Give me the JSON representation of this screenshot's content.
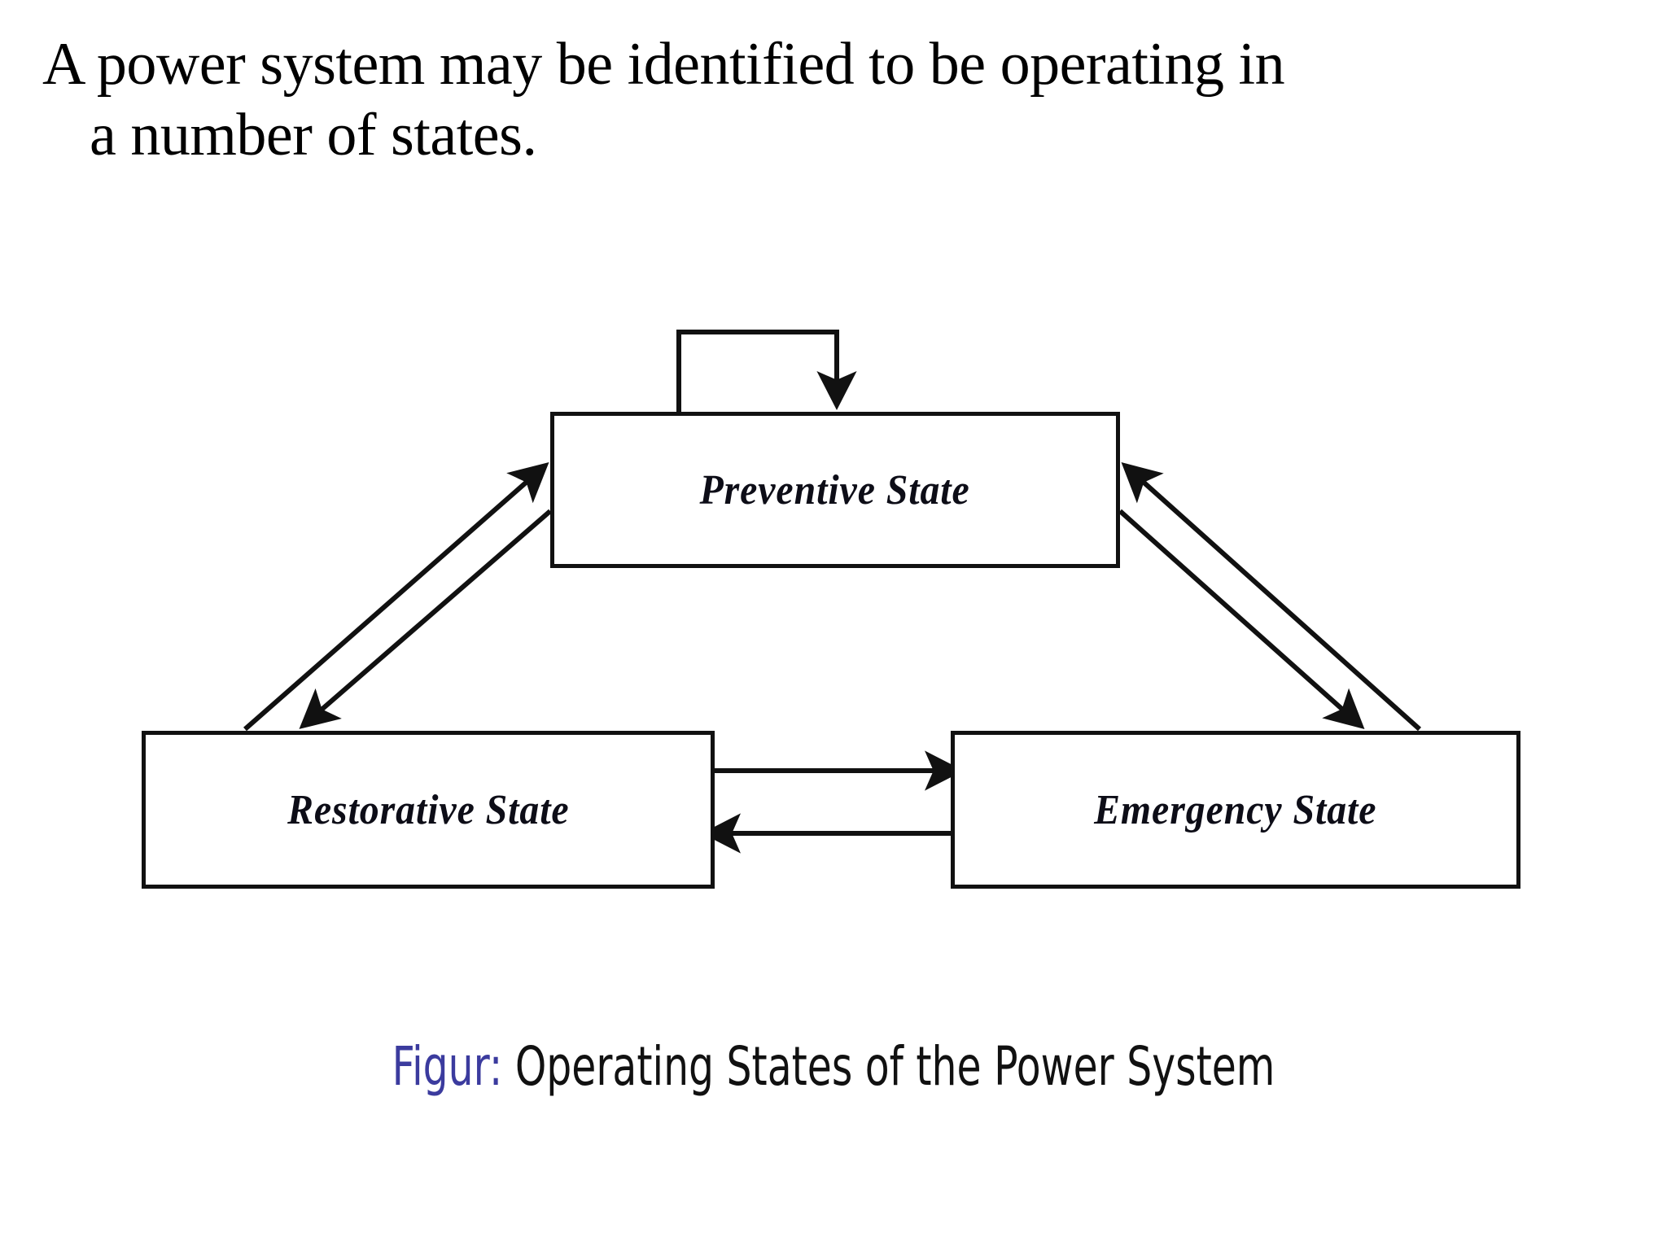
{
  "slide": {
    "background_color": "#ffffff",
    "heading": {
      "line1": "A power system may be identified to be operating in",
      "line2": "a number of states."
    }
  },
  "diagram": {
    "type": "state-transition-diagram",
    "line_color": "#111111",
    "nodes": [
      {
        "id": "preventive",
        "label": "Preventive State"
      },
      {
        "id": "restorative",
        "label": "Restorative State"
      },
      {
        "id": "emergency",
        "label": "Emergency State"
      }
    ],
    "edges": [
      {
        "id": "preventive-self-loop",
        "from": "preventive",
        "to": "preventive",
        "style": "self-loop-top"
      },
      {
        "id": "restorative-to-preventive",
        "from": "restorative",
        "to": "preventive",
        "style": "diagonal-up-right"
      },
      {
        "id": "preventive-to-restorative",
        "from": "preventive",
        "to": "restorative",
        "style": "diagonal-down-left"
      },
      {
        "id": "emergency-to-preventive",
        "from": "emergency",
        "to": "preventive",
        "style": "diagonal-up-left"
      },
      {
        "id": "preventive-to-emergency",
        "from": "preventive",
        "to": "emergency",
        "style": "diagonal-down-right"
      },
      {
        "id": "restorative-to-emergency",
        "from": "restorative",
        "to": "emergency",
        "style": "horizontal-right"
      },
      {
        "id": "emergency-to-restorative",
        "from": "emergency",
        "to": "restorative",
        "style": "horizontal-left"
      }
    ]
  },
  "caption": {
    "prefix": "Figur:",
    "prefix_color": "#3b3b9e",
    "text": "Operating States of the Power System",
    "text_color": "#111111"
  }
}
